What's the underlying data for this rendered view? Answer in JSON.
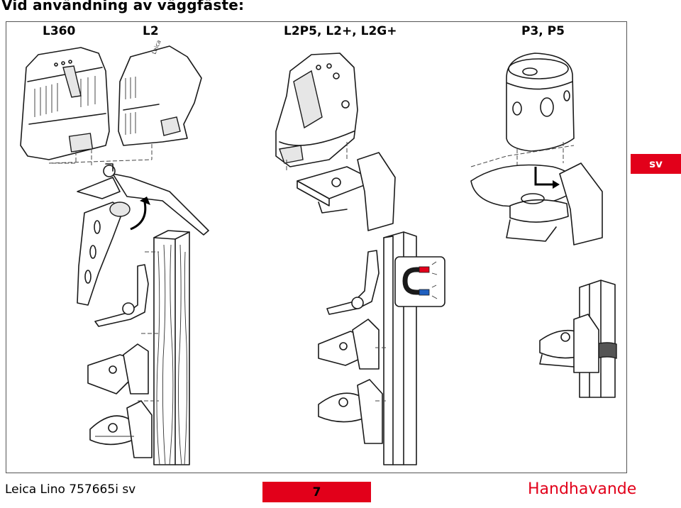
{
  "page": {
    "title": "Vid användning av väggfäste:",
    "lang_tab": "sv"
  },
  "models": [
    "L360",
    "L2",
    "L2P5, L2+, L2G+",
    "P3, P5"
  ],
  "figure": {
    "device_text_l2": "Leica Lino L2"
  },
  "footer": {
    "left": "Leica Lino 757665i sv",
    "page_number": "7",
    "right": "Handhavande"
  },
  "colors": {
    "accent": "#e2001a",
    "magnet_red": "#e2001a",
    "magnet_blue": "#1f5fbf"
  }
}
